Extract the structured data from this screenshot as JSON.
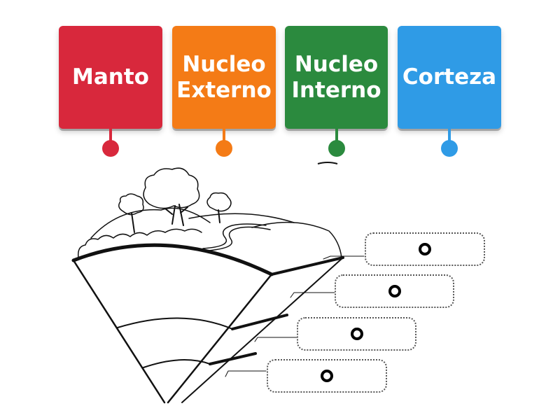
{
  "labels": [
    {
      "id": "manto",
      "text": "Manto",
      "color": "#d8283c"
    },
    {
      "id": "nucleo-externo",
      "text": "Nucleo\nExterno",
      "color": "#f47b16"
    },
    {
      "id": "nucleo-interno",
      "text": "Nucleo\nInterno",
      "color": "#2b8a3e"
    },
    {
      "id": "corteza",
      "text": "Corteza",
      "color": "#2f9be6"
    }
  ],
  "drop_zones": [
    {
      "id": "zone-1"
    },
    {
      "id": "zone-2"
    },
    {
      "id": "zone-3"
    },
    {
      "id": "zone-4"
    }
  ],
  "colors": {
    "outline": "#111111",
    "drop_border": "#555555"
  }
}
